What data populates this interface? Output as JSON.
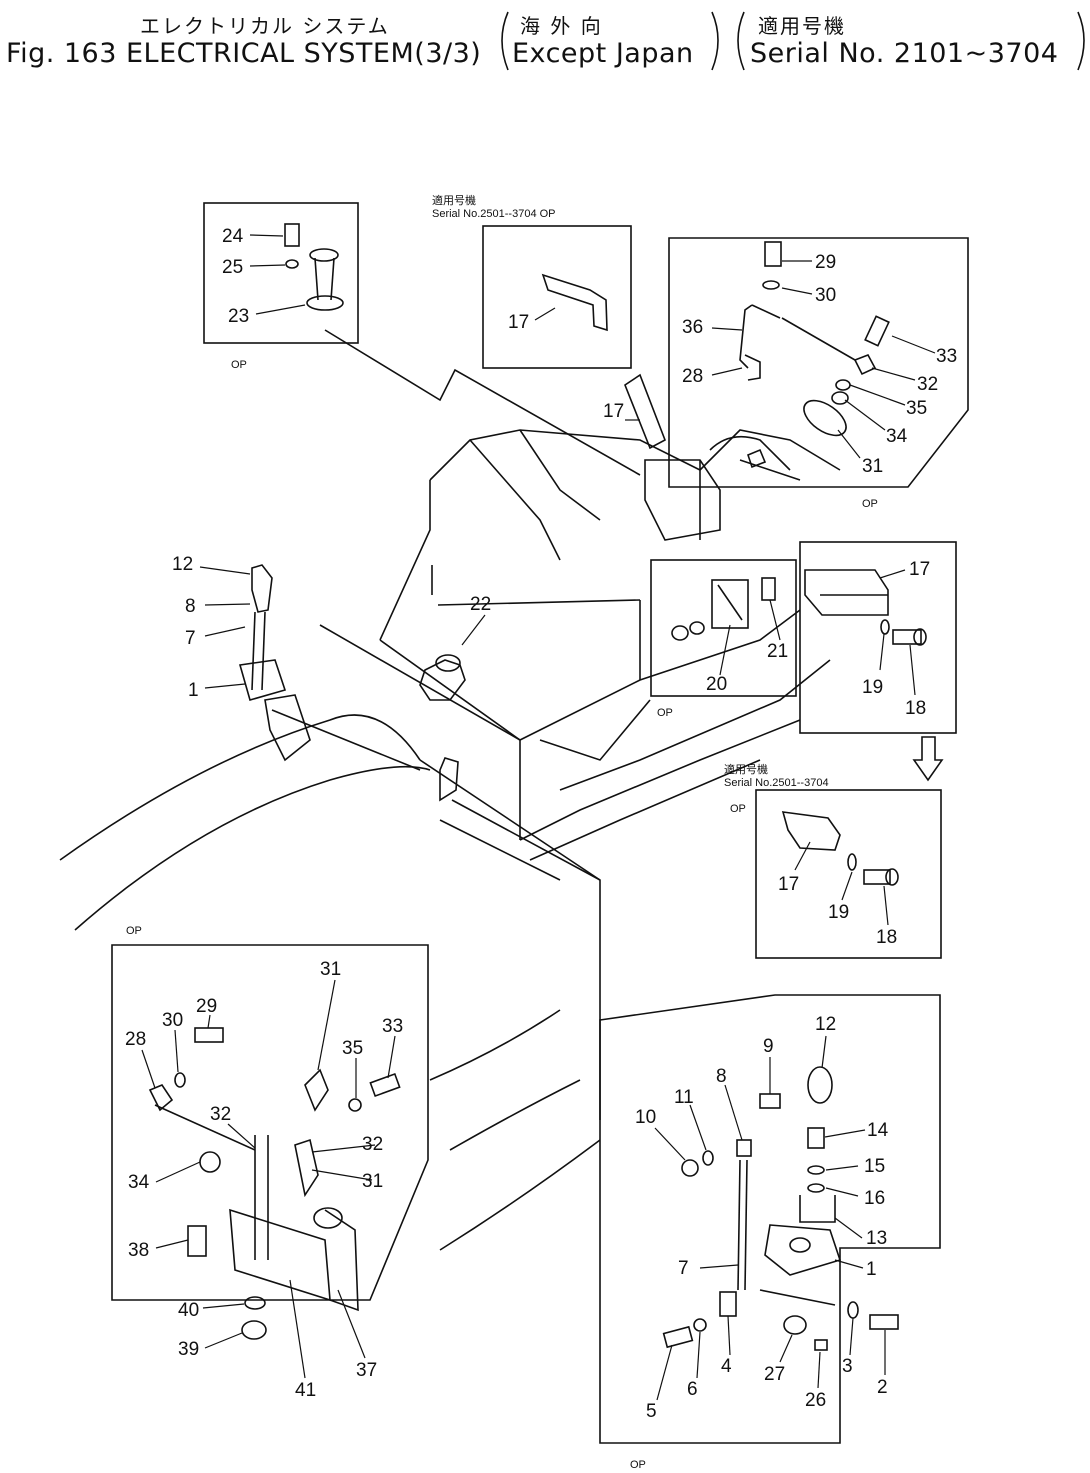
{
  "header": {
    "jp_system": "エレクトリカル システム",
    "jp_market": "海 外 向",
    "jp_serial": "適用号機",
    "fig_title": "Fig. 163 ELECTRICAL SYSTEM(3/3)",
    "market": "Except Japan",
    "serial": "Serial No. 2101~3704"
  },
  "callouts": {
    "serial_top_jp": "適用号機",
    "serial_top": "Serial No.2501--3704  OP",
    "serial_mid_jp": "適用号機",
    "serial_mid": "Serial No.2501--3704",
    "op": "OP"
  },
  "parts": {
    "p1": "1",
    "p2": "2",
    "p3": "3",
    "p4": "4",
    "p5": "5",
    "p6": "6",
    "p7": "7",
    "p8": "8",
    "p9": "9",
    "p10": "10",
    "p11": "11",
    "p12": "12",
    "p13": "13",
    "p14": "14",
    "p15": "15",
    "p16": "16",
    "p17": "17",
    "p18": "18",
    "p19": "19",
    "p20": "20",
    "p21": "21",
    "p22": "22",
    "p23": "23",
    "p24": "24",
    "p25": "25",
    "p26": "26",
    "p27": "27",
    "p28": "28",
    "p29": "29",
    "p30": "30",
    "p31": "31",
    "p32": "32",
    "p33": "33",
    "p34": "34",
    "p35": "35",
    "p36": "36",
    "p37": "37",
    "p38": "38",
    "p39": "39",
    "p40": "40",
    "p41": "41"
  }
}
